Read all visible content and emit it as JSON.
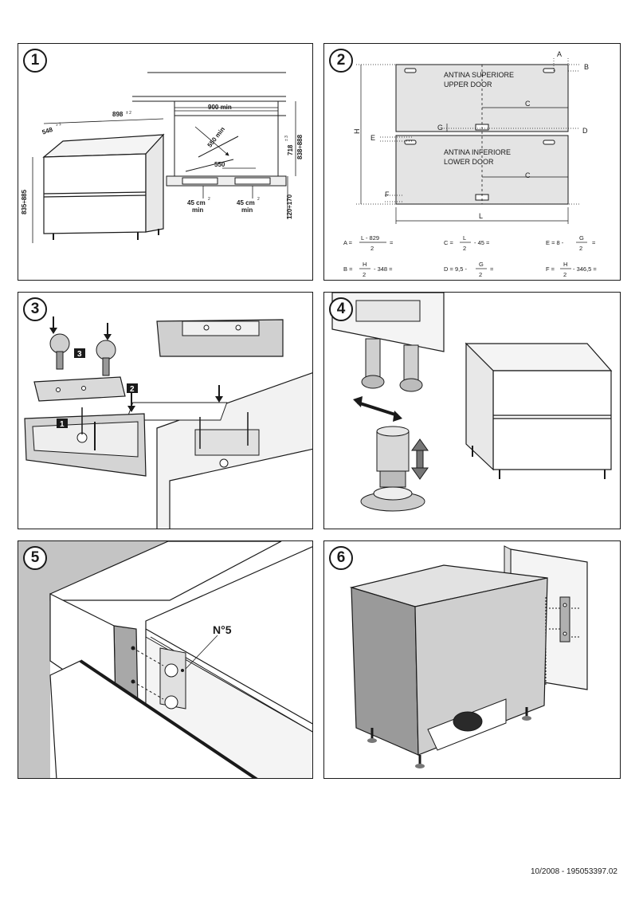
{
  "panels": [
    {
      "number": "1"
    },
    {
      "number": "2"
    },
    {
      "number": "3"
    },
    {
      "number": "4"
    },
    {
      "number": "5"
    },
    {
      "number": "6"
    }
  ],
  "panel1": {
    "dim_width": "898",
    "dim_width_tol": "± 2",
    "dim_depth": "548",
    "dim_depth_tol": "+ 2",
    "dim_height": "835÷885",
    "dim_niche_width": "900 min",
    "dim_niche_depth": "550 min",
    "dim_vent_width": "550",
    "dim_niche_h1": "718",
    "dim_niche_h1_tol": "± 3",
    "dim_niche_h2": "838÷888",
    "dim_plinth": "120÷170",
    "vent_left_value": "45 cm",
    "vent_left_sup": "2",
    "vent_left_min": "min",
    "vent_right_value": "45 cm",
    "vent_right_sup": "2",
    "vent_right_min": "min"
  },
  "panel2": {
    "label_A": "A",
    "label_B": "B",
    "label_C": "C",
    "label_D": "D",
    "label_E": "E",
    "label_F": "F",
    "label_G": "G",
    "label_H": "H",
    "label_L": "L",
    "upper_it": "ANTINA SUPERIORE",
    "upper_en": "UPPER DOOR",
    "lower_it": "ANTINA  INFERIORE",
    "lower_en": "LOWER DOOR",
    "formulas": {
      "A": {
        "lhs": "A =",
        "num": "L - 829",
        "den": "2",
        "tail": "="
      },
      "C": {
        "lhs": "C =",
        "num": "L",
        "den": "2",
        "tail": "- 45 ="
      },
      "E": {
        "lhs": "E =  8 -",
        "num": "G",
        "den": "2",
        "tail": "="
      },
      "B": {
        "lhs": "B =",
        "num": "H",
        "den": "2",
        "tail": "- 348 ="
      },
      "D": {
        "lhs": "D = 9,5 -",
        "num": "G",
        "den": "2",
        "tail": "="
      },
      "F": {
        "lhs": "F =",
        "num": "H",
        "den": "2",
        "tail": "- 346,5 ="
      }
    }
  },
  "panel3": {
    "step1": "1",
    "step2": "2",
    "step3": "3"
  },
  "panel5": {
    "label": "N°5"
  },
  "footer": {
    "text": "10/2008   -  195053397.02"
  }
}
